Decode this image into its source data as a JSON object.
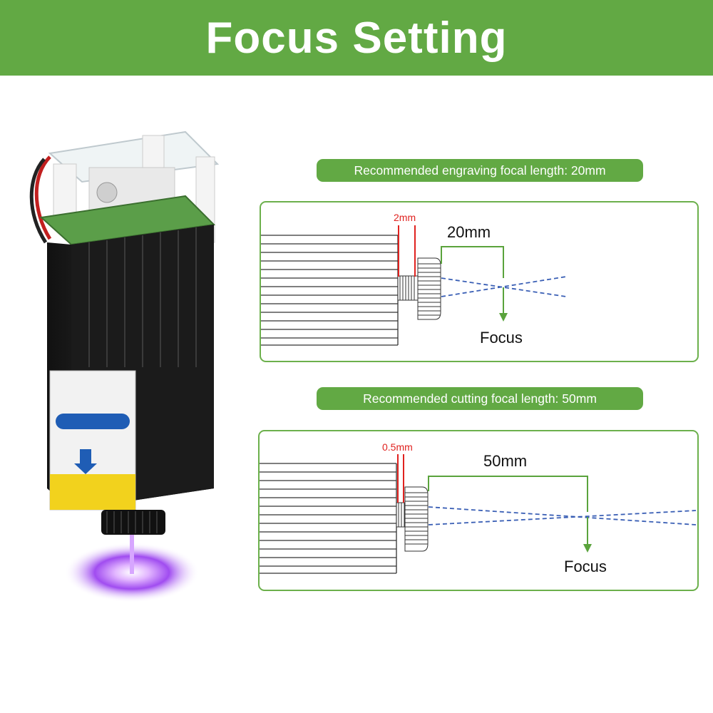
{
  "header": {
    "title": "Focus Setting"
  },
  "engraving": {
    "banner": "Recommended engraving focal length: 20mm",
    "gap_label": "2mm",
    "distance_label": "20mm",
    "focus_label": "Focus"
  },
  "cutting": {
    "banner": "Recommended cutting focal length: 50mm",
    "gap_label": "0.5mm",
    "distance_label": "50mm",
    "focus_label": "Focus"
  },
  "colors": {
    "brand_green": "#62a944",
    "gap_red": "#e0221f",
    "beam_blue": "#3a5fb5",
    "arrow_green": "#5aa33c"
  }
}
